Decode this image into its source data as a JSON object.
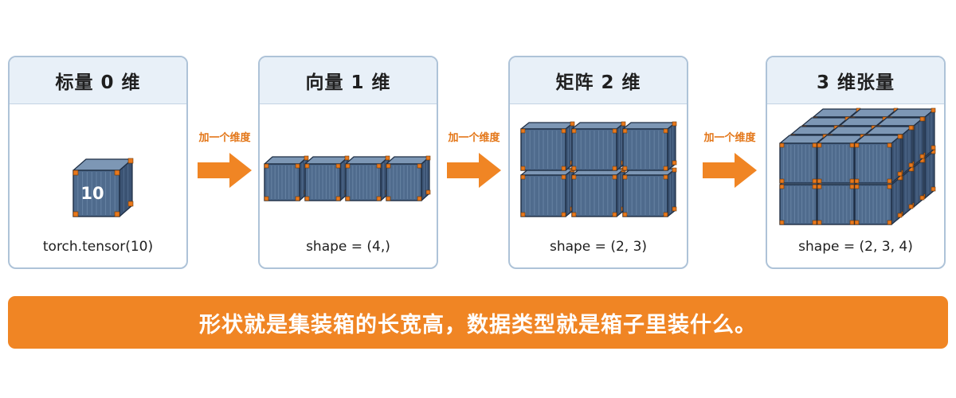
{
  "panels": [
    {
      "title": "标量 0 维",
      "box_label": "10",
      "caption": "torch.tensor(10)"
    },
    {
      "title": "向量 1 维",
      "caption": "shape = (4,)"
    },
    {
      "title": "矩阵 2 维",
      "caption": "shape = (2, 3)"
    },
    {
      "title": "3 维张量",
      "caption": "shape = (2, 3, 4)"
    }
  ],
  "connectors": [
    {
      "label": "加一个维度"
    },
    {
      "label": "加一个维度"
    },
    {
      "label": "加一个维度"
    }
  ],
  "banner": {
    "text": "形状就是集装箱的长宽高，数据类型就是箱子里装什么。"
  },
  "colors": {
    "container_face": "#4f6b8d",
    "container_top": "#7d97b5",
    "container_side": "#3b5373",
    "container_corner": "#e8781c",
    "accent_orange": "#f08524",
    "panel_border": "#aec3d8",
    "panel_header_bg": "#e8f0f8"
  },
  "icons": {
    "container": "shipping-container-icon",
    "arrow": "right-arrow-icon"
  }
}
